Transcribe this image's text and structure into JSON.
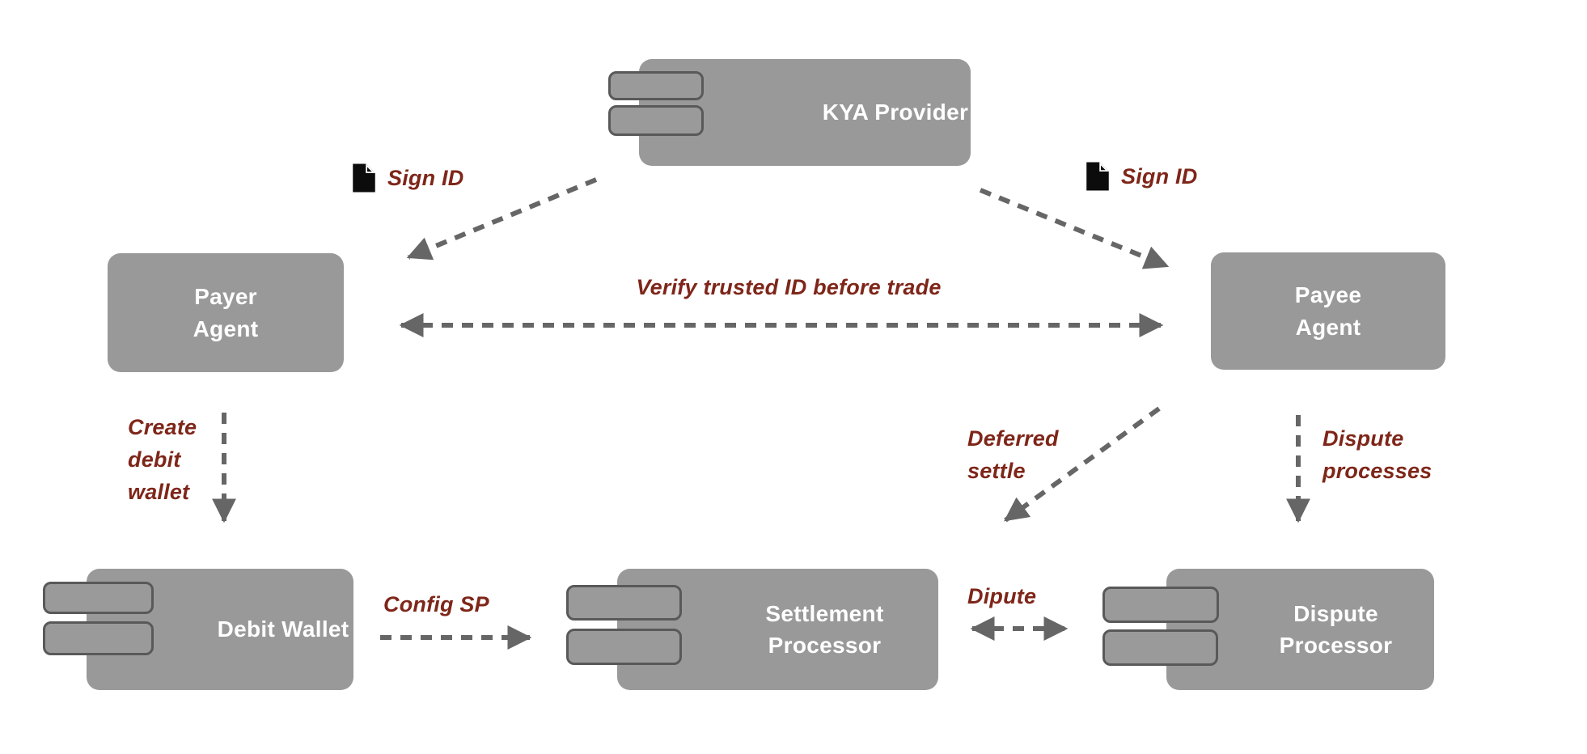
{
  "diagram": {
    "nodes": {
      "kya_provider": {
        "label": "KYA Provider"
      },
      "payer_agent": {
        "label": "Payer\nAgent"
      },
      "payee_agent": {
        "label": "Payee\nAgent"
      },
      "debit_wallet": {
        "label": "Debit Wallet"
      },
      "settlement_processor": {
        "label": "Settlement Processor"
      },
      "dispute_processor": {
        "label": "Dispute Processor"
      }
    },
    "edge_labels": {
      "sign_id_left": "Sign ID",
      "sign_id_right": "Sign ID",
      "verify_trusted_id": "Verify trusted ID before trade",
      "create_debit_wallet": "Create\ndebit\nwallet",
      "config_sp": "Config SP",
      "dipute": "Dipute",
      "deferred_settle": "Deferred\nsettle",
      "dispute_processes": "Dispute\nprocesses"
    },
    "icons": {
      "document_icon": "black page with folded corner"
    },
    "colors": {
      "background": "#ffffff",
      "node_fill": "#999999",
      "node_text": "#ffffff",
      "tab_border": "#595959",
      "arrow": "#666666",
      "label_text": "#7e2619",
      "icon": "#0c0c0c"
    }
  }
}
